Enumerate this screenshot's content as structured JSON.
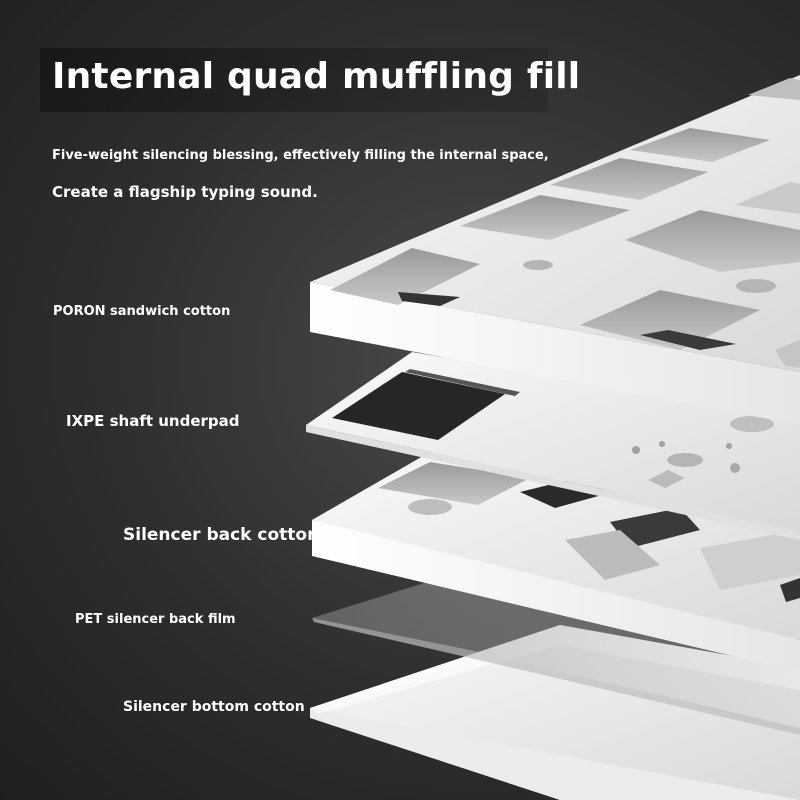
{
  "header": {
    "title": "Internal quad muffling fill",
    "subtitle_line1": "Five-weight silencing blessing, effectively filling the internal space,",
    "subtitle_line2": "Create a flagship typing sound."
  },
  "layers": [
    {
      "label": "PORON sandwich cotton"
    },
    {
      "label": "IXPE shaft underpad"
    },
    {
      "label": "Silencer back cotton"
    },
    {
      "label": "PET silencer back film"
    },
    {
      "label": "Silencer bottom cotton"
    }
  ],
  "colors": {
    "background": "#2e2e2e",
    "layer_white": "#f2f2f2",
    "text": "#ffffff"
  }
}
